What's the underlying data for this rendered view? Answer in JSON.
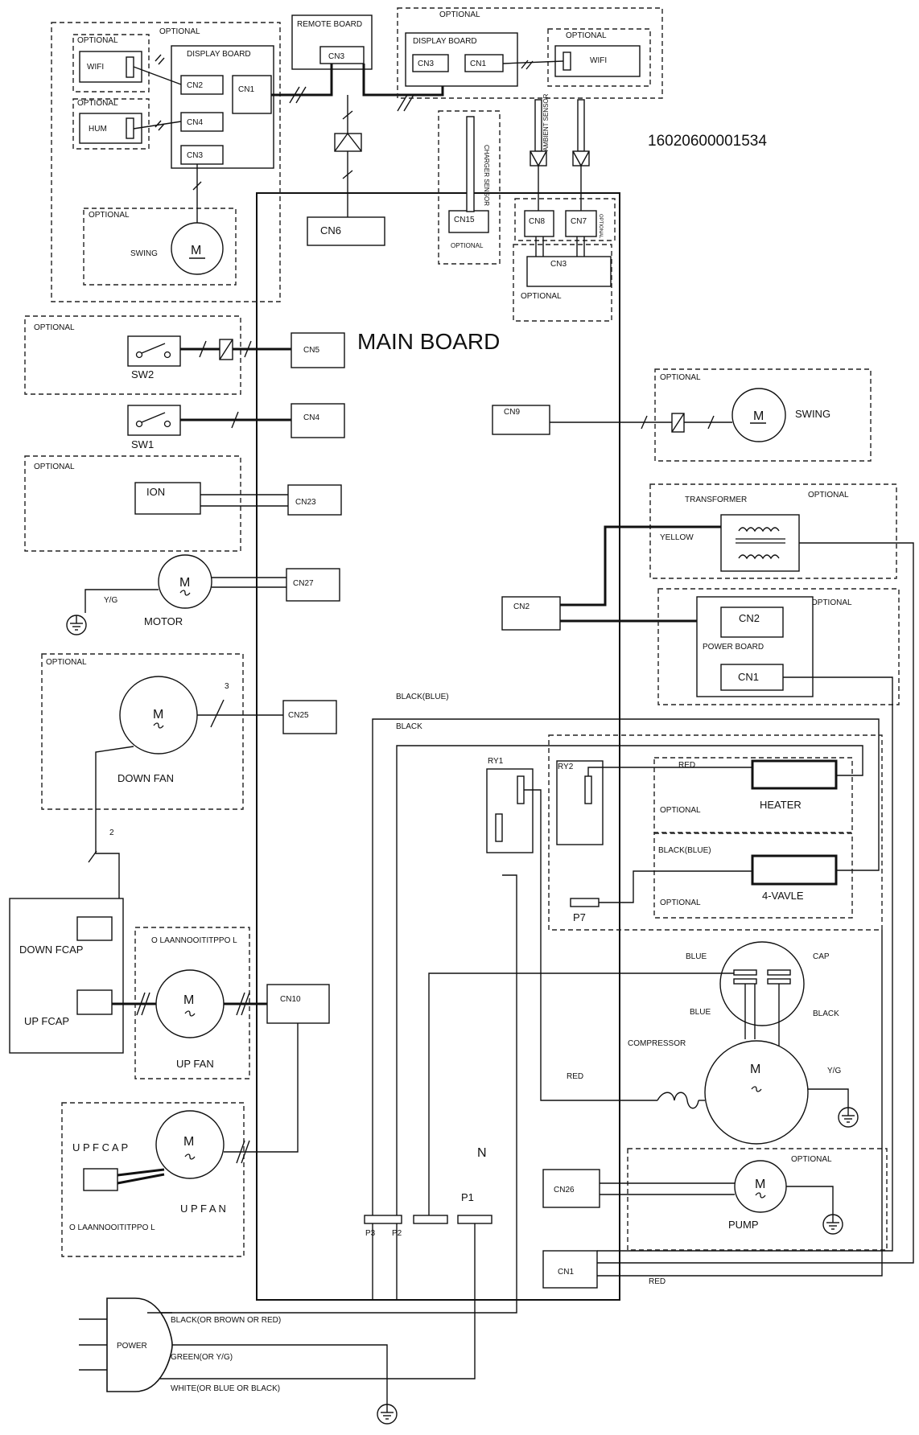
{
  "doc_code": "16020600001534",
  "main_board": {
    "title": "MAIN BOARD",
    "n_label": "N",
    "p1": "P1",
    "p3": "P3",
    "p2": "P2",
    "cn6": "CN6",
    "cn15": "CN15",
    "cn15_note": "OPTIONAL",
    "cn5": "CN5",
    "cn4": "CN4",
    "cn23": "CN23",
    "cn27": "CN27",
    "cn25": "CN25",
    "cn10": "CN10",
    "cn9": "CN9",
    "cn2": "CN2",
    "cn26": "CN26",
    "cn1": "CN1",
    "cn8": "CN8",
    "cn7": "CN7",
    "cn3": "CN3",
    "sensor_group_optional": "OPTIONAL",
    "sensor_vertical": "OPTIONAL"
  },
  "top_left": {
    "optional": "OPTIONAL",
    "wifi_optional": "OPTIONAL",
    "wifi": "WIFI",
    "hum_optional": "OPTIONAL",
    "hum": "HUM",
    "display_board": "DISPLAY BOARD",
    "cn2": "CN2",
    "cn4": "CN4",
    "cn3": "CN3",
    "cn1": "CN1",
    "swing_optional": "OPTIONAL",
    "swing": "SWING",
    "motor_m": "M"
  },
  "remote": {
    "title": "REMOTE BOARD",
    "cn3": "CN3"
  },
  "top_right": {
    "optional": "OPTIONAL",
    "display_board": "DISPLAY BOARD",
    "cn3": "CN3",
    "cn1": "CN1",
    "wifi_optional": "OPTIONAL",
    "wifi": "WIFI"
  },
  "sensors": {
    "pipe_sensor": "CHARGER SENSOR",
    "ambient_sensor": "AMBIENT SENSOR"
  },
  "left_side": {
    "sw2_optional": "OPTIONAL",
    "sw2": "SW2",
    "sw1": "SW1",
    "ion_optional": "OPTIONAL",
    "ion": "ION",
    "motor": "MOTOR",
    "motor_m": "M",
    "motor_yg": "Y/G",
    "down_fan_optional": "OPTIONAL",
    "down_fan": "DOWN FAN",
    "down_fan_m": "M",
    "wire3": "3",
    "wire2": "2",
    "down_fcap": "DOWN FCAP",
    "up_fcap": "UP FCAP",
    "up_fan_a_title": "O LAANNOOITITPPO L",
    "up_fan_a": "UP FAN",
    "up_fan_a_m": "M",
    "up_fan_b_fcap": "U P  F C A P",
    "up_fan_b": "U P  F A N",
    "up_fan_b_m": "M",
    "up_fan_b_title": "O LAANNOOITITPPO L"
  },
  "right_side": {
    "swing_optional": "OPTIONAL",
    "swing": "SWING",
    "swing_m": "M",
    "transformer": "TRANSFORMER",
    "transformer_optional": "OPTIONAL",
    "yellow": "YELLOW",
    "power_optional": "OPTIONAL",
    "power_board": "POWER BOARD",
    "pb_cn2": "CN2",
    "pb_cn1": "CN1",
    "black_blue_1": "BLACK(BLUE)",
    "black_1": "BLACK",
    "ry1": "RY1",
    "ry2": "RY2",
    "red_heater": "RED",
    "heater_optional": "OPTIONAL",
    "heater": "HEATER",
    "black_blue_2": "BLACK(BLUE)",
    "valve_optional": "OPTIONAL",
    "valve": "4-VAVLE",
    "p7": "P7",
    "blue_1": "BLUE",
    "blue_2": "BLUE",
    "cap": "CAP",
    "black_2": "BLACK",
    "compressor": "COMPRESSOR",
    "compressor_m": "M",
    "red_2": "RED",
    "compressor_yg": "Y/G",
    "pump_optional": "OPTIONAL",
    "pump": "PUMP",
    "pump_m": "M",
    "red_3": "RED"
  },
  "power": {
    "plug": "POWER",
    "line_l": "BLACK(OR BROWN OR RED)",
    "line_g": "GREEN(OR Y/G)",
    "line_n": "WHITE(OR BLUE OR BLACK)"
  },
  "symbols": {
    "ground": "ground-icon",
    "motor": "motor-icon",
    "connector": "connector-icon",
    "switch": "switch-icon",
    "fuse": "overload-protector-icon",
    "coil": "transformer-coil-icon"
  }
}
